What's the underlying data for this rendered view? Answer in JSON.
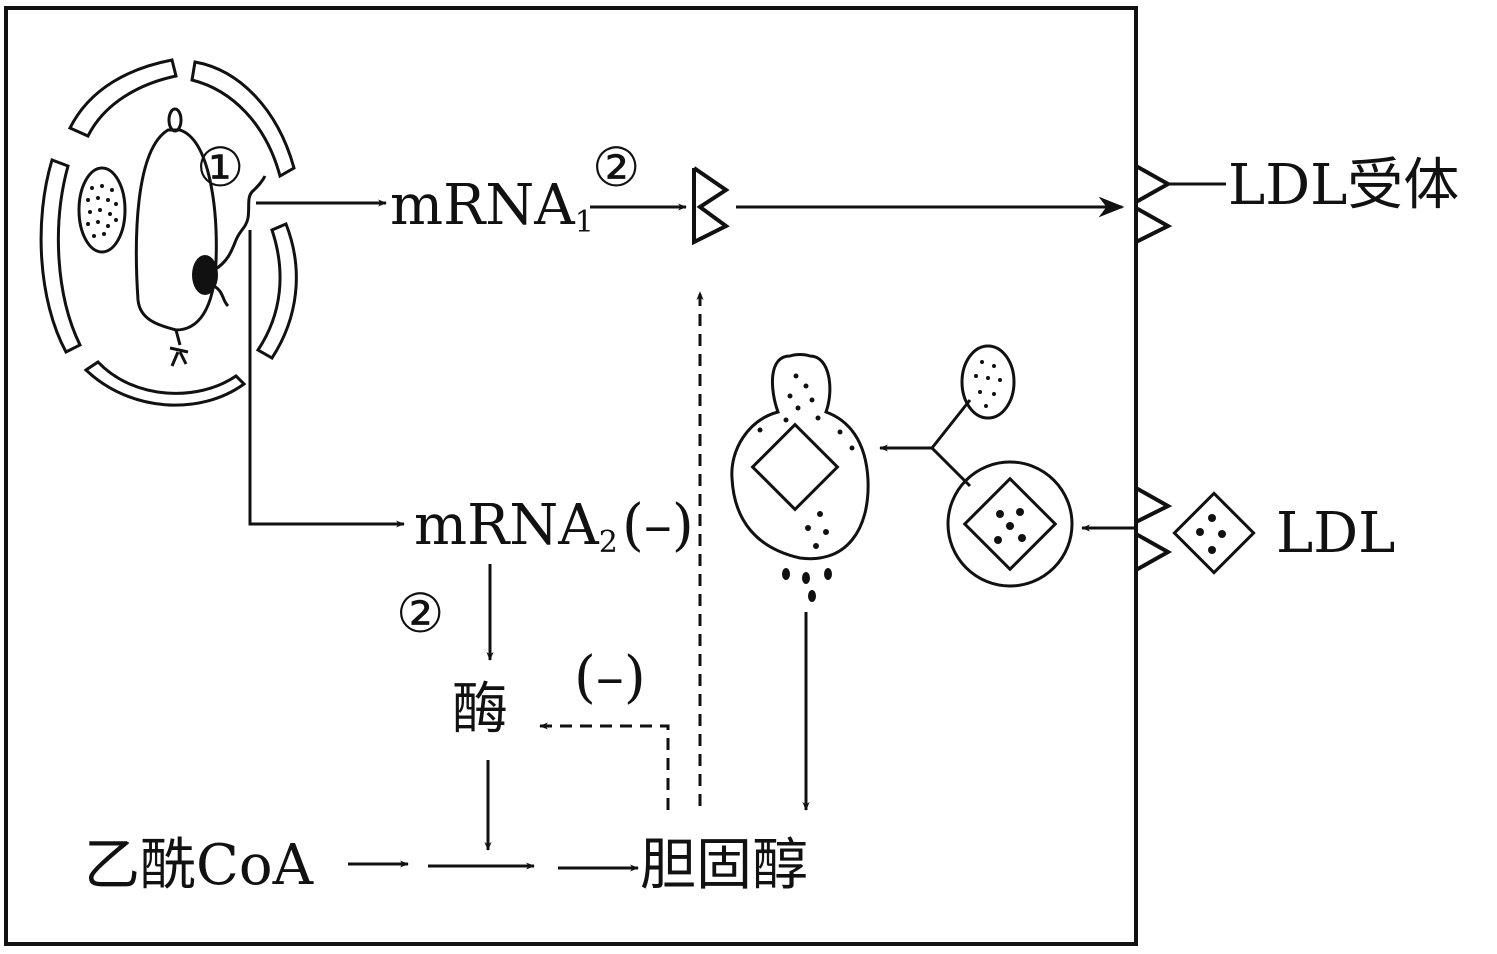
{
  "labels": {
    "step1": "①",
    "step2_top": "②",
    "step2_left": "②",
    "mrna1": "mRNA",
    "mrna1_sub": "1",
    "mrna2": "mRNA",
    "mrna2_sub": "2",
    "mrna2_inhibit": "(–)",
    "enzyme": "酶",
    "feedback_inhibit": "(–)",
    "acetyl_coa": "乙酰CoA",
    "cholesterol": "胆固醇",
    "ldl_receptor": "LDL受体",
    "ldl": "LDL"
  },
  "colors": {
    "ink": "#111111",
    "background": "#ffffff"
  }
}
